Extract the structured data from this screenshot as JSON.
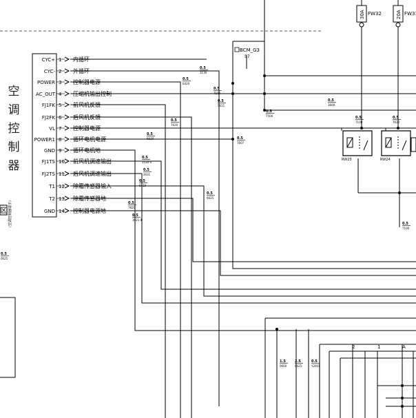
{
  "module_title_chars": [
    "空",
    "调",
    "控",
    "制",
    "器"
  ],
  "module_small_text": "(空调控制器端子)",
  "side_mark": "区",
  "pins": [
    {
      "signal": "CYC+",
      "num": "1",
      "desc": "内循环"
    },
    {
      "signal": "CYC-",
      "num": "2",
      "desc": "外循环"
    },
    {
      "signal": "POWER",
      "num": "3",
      "desc": "控制器电源"
    },
    {
      "signal": "AC_OUT",
      "num": "4",
      "desc": "压缩机输出控制"
    },
    {
      "signal": "FJ1FK",
      "num": "5",
      "desc": "前风机反馈"
    },
    {
      "signal": "FJ2FK",
      "num": "6",
      "desc": "后风机反馈"
    },
    {
      "signal": "VL",
      "num": "7",
      "desc": "控制器电源"
    },
    {
      "signal": "POWER1",
      "num": "8",
      "desc": "循环电机电源"
    },
    {
      "signal": "GND",
      "num": "9",
      "desc": "循环电机地"
    },
    {
      "signal": "FJ1TS",
      "num": "10",
      "desc": "前风机调速输出"
    },
    {
      "signal": "FJ2TS",
      "num": "11",
      "desc": "后风机调速输出"
    },
    {
      "signal": "T1",
      "num": "12",
      "desc": "除霜传感器输入"
    },
    {
      "signal": "T2",
      "num": "13",
      "desc": "除霜传感器地"
    },
    {
      "signal": "GND",
      "num": "14",
      "desc": "控制器电源地"
    }
  ],
  "fuses": [
    {
      "rating": "30A",
      "name": "FW32"
    },
    {
      "rating": "20A",
      "name": "FW31"
    }
  ],
  "relays": [
    {
      "name": "RW23"
    },
    {
      "name": "RW24"
    }
  ],
  "connector_label": "BCM_G3",
  "connector_pin": "57",
  "wire_tags": [
    {
      "gauge": "0.5",
      "code": "1130"
    },
    {
      "gauge": "0.5",
      "code": "6420"
    },
    {
      "gauge": "0.5",
      "code": "7100"
    },
    {
      "gauge": "0.5",
      "code": "5611"
    },
    {
      "gauge": "0.5",
      "code": "7500"
    },
    {
      "gauge": "0.5",
      "code": "3600"
    },
    {
      "gauge": "0.5",
      "code": "7100"
    },
    {
      "gauge": "0.5",
      "code": "7620"
    },
    {
      "gauge": "0.5",
      "code": "6610"
    },
    {
      "gauge": "0.5",
      "code": "7620"
    },
    {
      "gauge": "0.5",
      "code": "7607"
    },
    {
      "gauge": "0.5",
      "code": "3530-II"
    },
    {
      "gauge": "0.5",
      "code": "2631"
    },
    {
      "gauge": "0.5",
      "code": "6410"
    },
    {
      "gauge": "0.5",
      "code": "6625"
    },
    {
      "gauge": "0.5",
      "code": "7820"
    },
    {
      "gauge": "0.5",
      "code": "1021-II"
    },
    {
      "gauge": "0.5",
      "code": "0625"
    },
    {
      "gauge": "2.5",
      "code": "0625"
    },
    {
      "gauge": "0.5",
      "code": "Y2001"
    },
    {
      "gauge": "1.5",
      "code": "0600"
    },
    {
      "gauge": "0.5",
      "code": "7100"
    }
  ],
  "lower_pin_labels": [
    "2",
    "1",
    "A"
  ]
}
